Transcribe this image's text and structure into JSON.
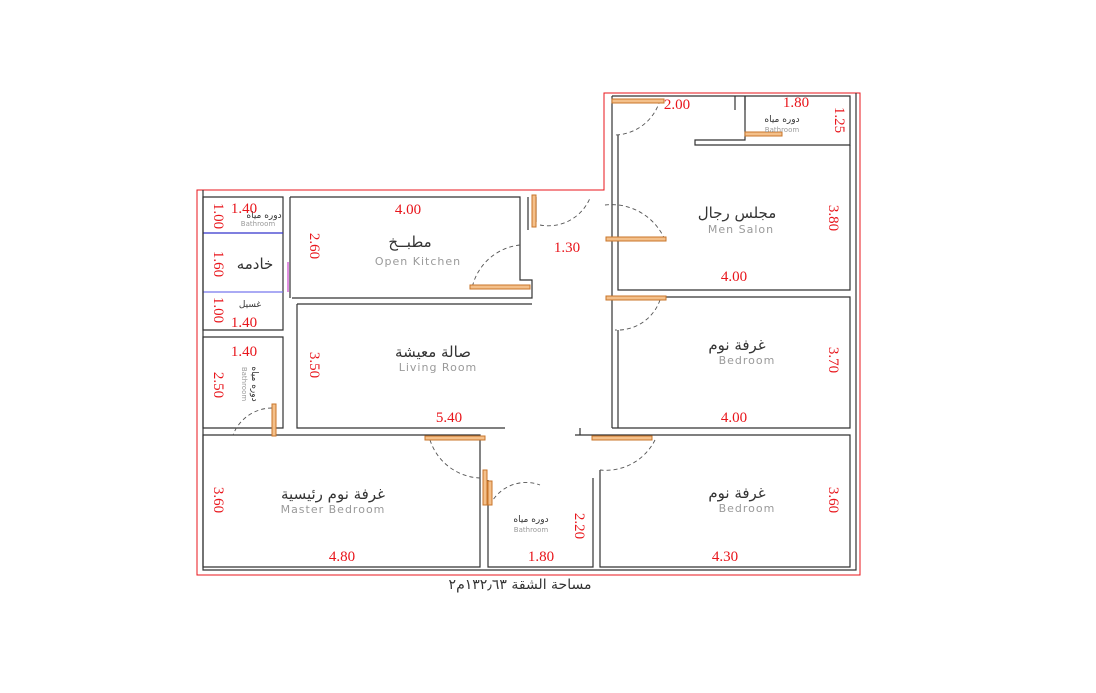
{
  "rooms": {
    "bath_top": {
      "ar": "دوره مياه",
      "en": "Bathroom"
    },
    "men_salon": {
      "ar": "مجلس رجال",
      "en": "Men Salon"
    },
    "kitchen": {
      "ar": "مطبــخ",
      "en": "Open Kitchen"
    },
    "maid": {
      "ar": "خادمه"
    },
    "maid_bath": {
      "ar": "دوره مياه",
      "en": "Bathroom"
    },
    "laundry": {
      "ar": "غسيل"
    },
    "living": {
      "ar": "صالة معيشة",
      "en": "Living Room"
    },
    "bedroom_right1": {
      "ar": "غرفة نوم",
      "en": "Bedroom"
    },
    "bath_left": {
      "ar": "دوره مياه",
      "en": "Bathroom"
    },
    "master": {
      "ar": "غرفة نوم رئيسية",
      "en": "Master Bedroom"
    },
    "bath_bottom": {
      "ar": "دوره مياه",
      "en": "Bathroom"
    },
    "bedroom_right2": {
      "ar": "غرفة نوم",
      "en": "Bedroom"
    }
  },
  "dimensions": {
    "top_door": "2.00",
    "top_bath_w": "1.80",
    "top_bath_h": "1.25",
    "salon_h": "3.80",
    "salon_w": "4.00",
    "kitchen_w": "4.00",
    "kitchen_h": "2.60",
    "corridor": "1.30",
    "maid_bath_w": "1.40",
    "maid_bath_h": "1.00",
    "maid_h": "1.60",
    "laundry_h": "1.00",
    "laundry_w": "1.40",
    "left_bath_w": "1.40",
    "left_bath_h": "2.50",
    "living_h": "3.50",
    "living_w": "5.40",
    "bedroom1_h": "3.70",
    "bedroom1_w": "4.00",
    "master_h": "3.60",
    "master_w": "4.80",
    "bath_bottom_h": "2.20",
    "bath_bottom_w": "1.80",
    "bedroom2_h": "3.60",
    "bedroom2_w": "4.30"
  },
  "caption": "مساحة الشقة ١٣٢٫٦٣م٢",
  "colors": {
    "dimension": "#e8151b",
    "wall": "#333333",
    "door": "#f4c08a"
  }
}
